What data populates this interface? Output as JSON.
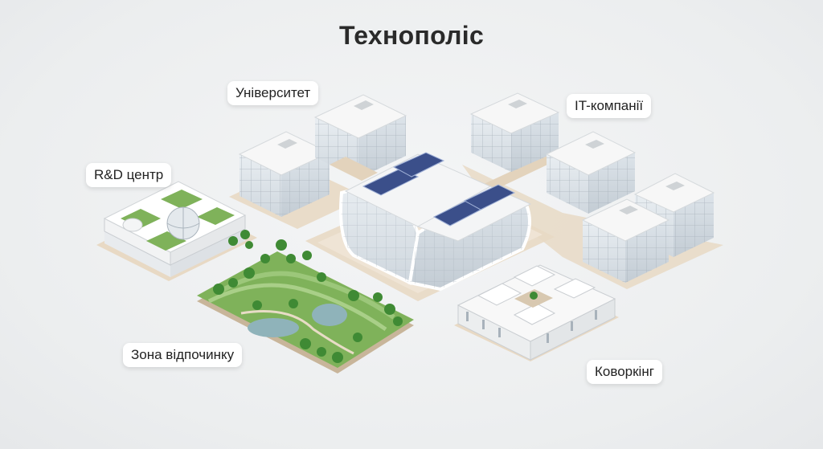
{
  "title": "Технополіс",
  "labels": {
    "university": "Університет",
    "it_companies": "IT-компанії",
    "rnd_center": "R&D центр",
    "recreation_zone": "Зона відпочинку",
    "coworking": "Коворкінг"
  },
  "colors": {
    "background": "#eceeef",
    "glass": "#dfe5ea",
    "roof": "#f7f7f7",
    "base": "#e8d9c4",
    "grass": "#7fb25a",
    "tree": "#3f8a34",
    "water": "#8fb3ba",
    "solar": "#3b4f8a"
  }
}
